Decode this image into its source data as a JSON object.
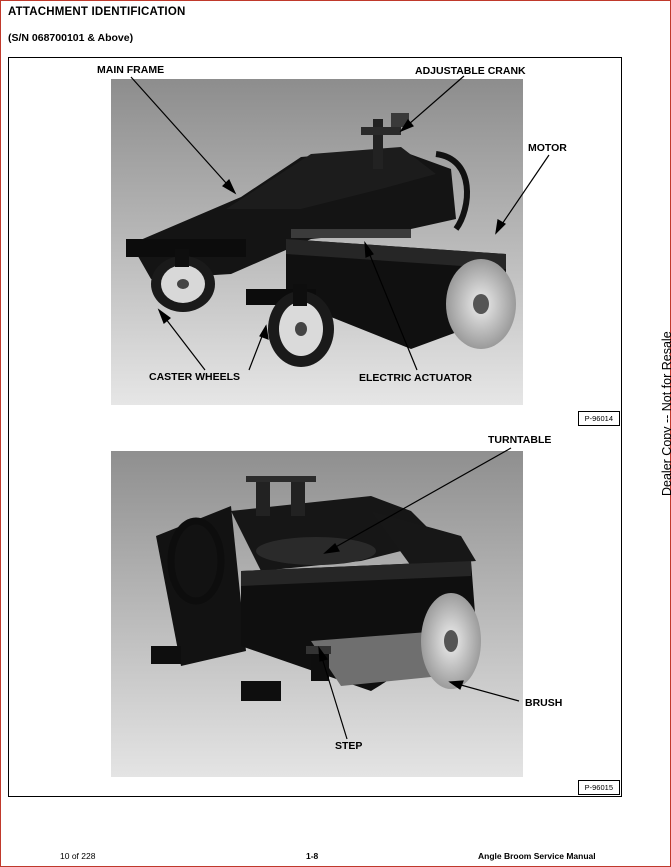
{
  "header": {
    "title": "ATTACHMENT IDENTIFICATION",
    "serial_range": "(S/N 068700101 & Above)"
  },
  "figure_1": {
    "callouts": {
      "main_frame": "MAIN FRAME",
      "adjustable_crank": "ADJUSTABLE CRANK",
      "motor": "MOTOR",
      "caster_wheels": "CASTER WHEELS",
      "electric_actuator": "ELECTRIC ACTUATOR"
    },
    "photo_number": "P-96014"
  },
  "figure_2": {
    "callouts": {
      "turntable": "TURNTABLE",
      "brush": "BRUSH",
      "step": "STEP"
    },
    "photo_number": "P-96015"
  },
  "side_note": "Dealer Copy -- Not for Resale",
  "footer": {
    "page_of": "10 of 228",
    "page_number": "1-8",
    "manual_title": "Angle Broom Service Manual"
  }
}
